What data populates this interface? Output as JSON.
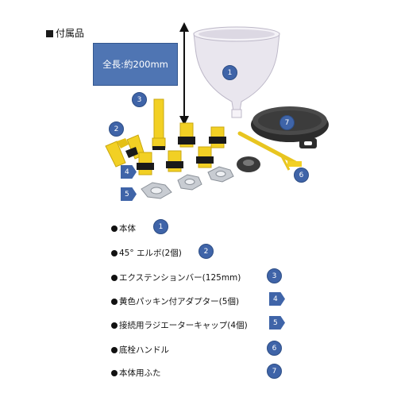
{
  "heading": "付属品",
  "spec_label": "全長:約200mm",
  "callouts": {
    "c1": "1",
    "c2": "2",
    "c3": "3",
    "c4": "4",
    "c5": "5",
    "c6": "6",
    "c7": "7"
  },
  "legend": [
    {
      "text": "本体",
      "num": "1"
    },
    {
      "text": "45°  エルボ(2個)",
      "num": "2"
    },
    {
      "text": "エクステンションバー(125mm)",
      "num": "3"
    },
    {
      "text": "黄色パッキン付アダプター(5個)",
      "num": "4"
    },
    {
      "text": "接続用ラジエーターキャップ(4個)",
      "num": "5"
    },
    {
      "text": "底栓ハンドル",
      "num": "6"
    },
    {
      "text": "本体用ふた",
      "num": "7"
    }
  ],
  "colors": {
    "badge": "#3f64a8",
    "spec_box": "#4f75b3",
    "adapter_yellow": "#f2d024",
    "funnel": "#e9e6ee",
    "lid": "#3a3a3a"
  },
  "icons": [
    "dimension-arrow-icon",
    "bullet-dot-icon"
  ]
}
